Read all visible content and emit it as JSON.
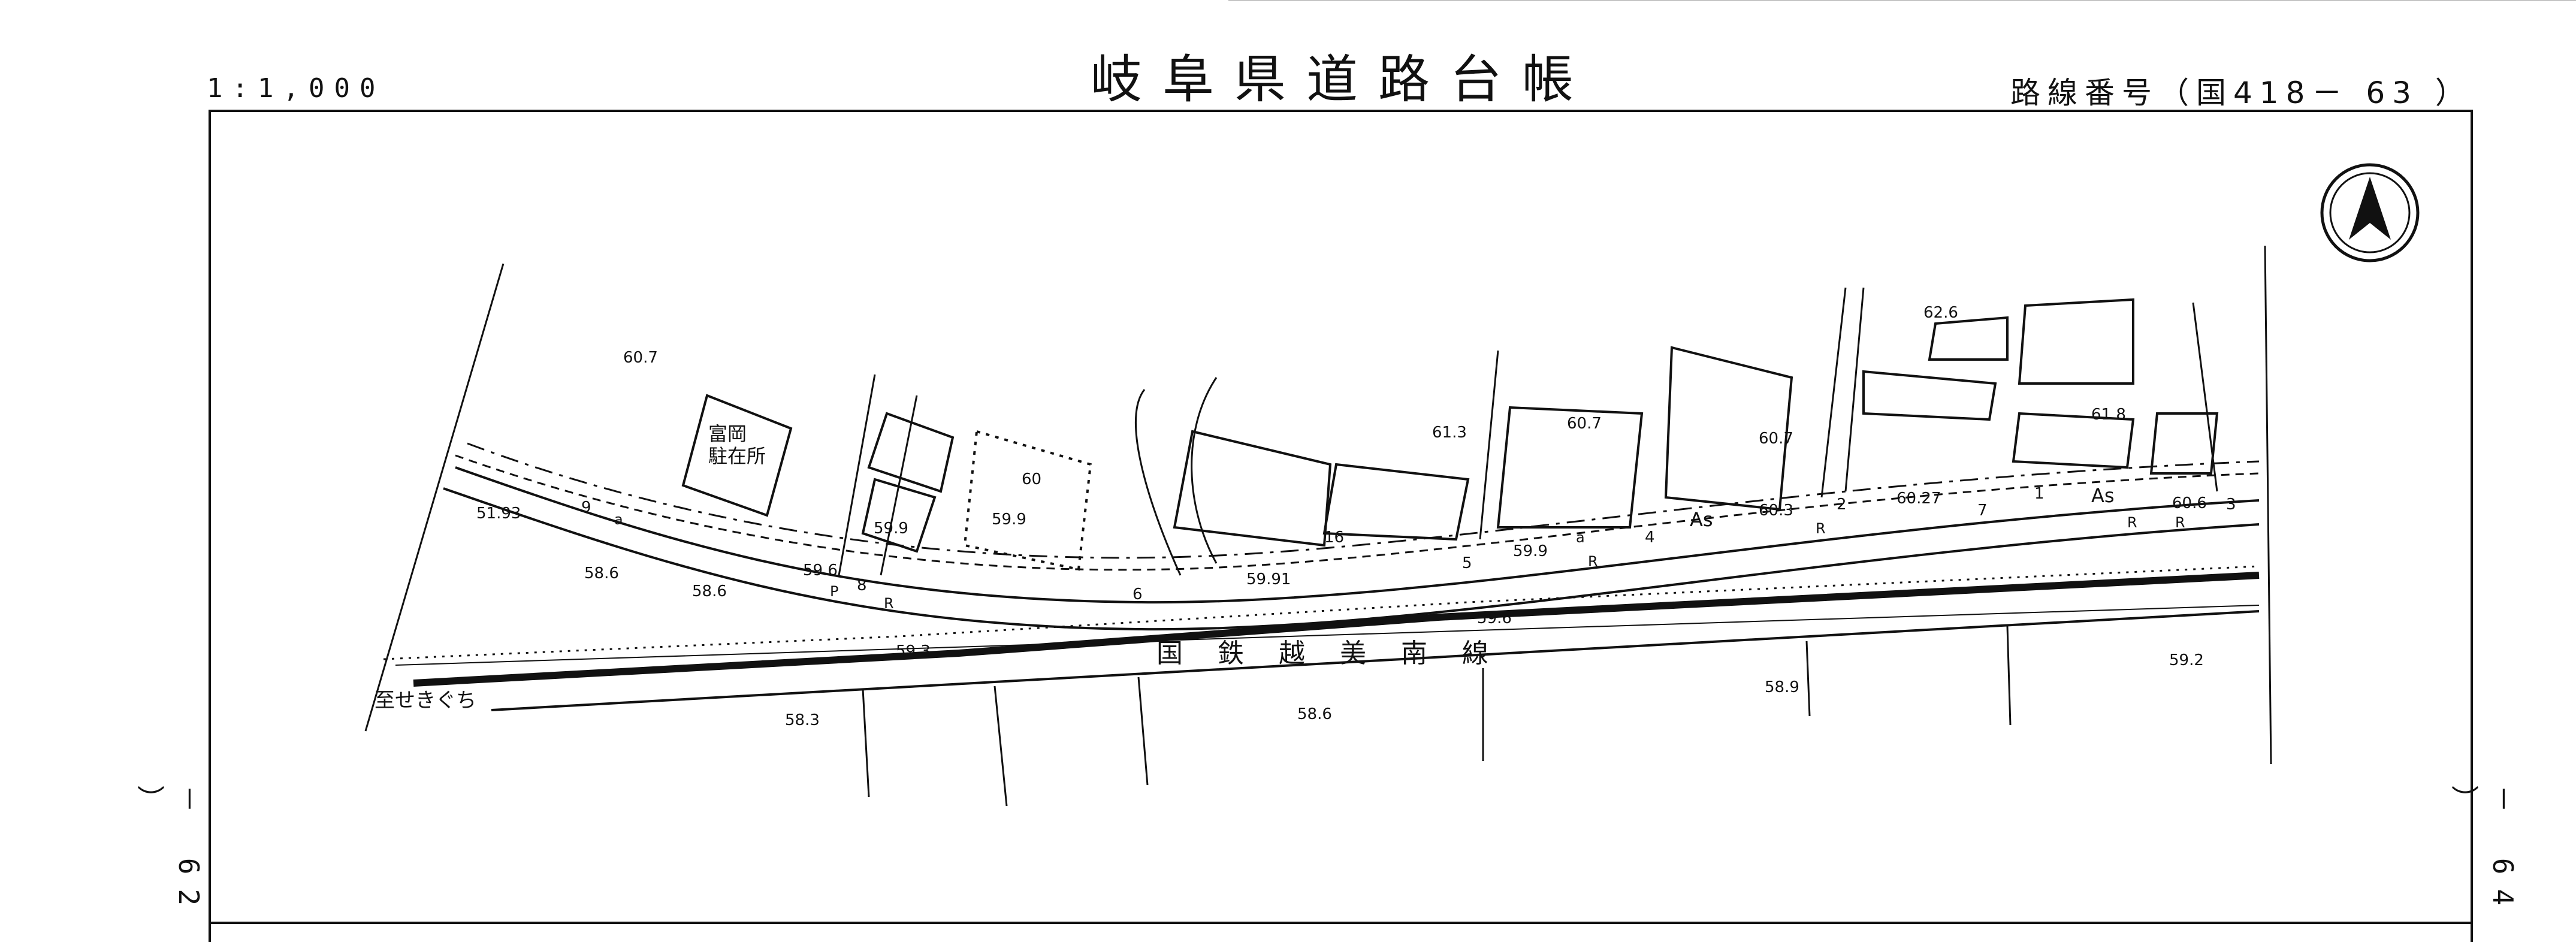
{
  "header": {
    "title": "岐阜県道路台帳",
    "scale": "1:1,000",
    "route_number": "路線番号（国418－ 63 ）"
  },
  "sheet_refs": {
    "previous": "－ 62 ）",
    "next": "－ 64 ）"
  },
  "map": {
    "railway_label": "国 鉄 越 美 南 線",
    "direction_label": "至せきぐち",
    "facility_label_1": "富岡",
    "facility_label_2": "駐在所",
    "elevations": {
      "e1": "60.7",
      "e2": "51.93",
      "e3": "58.6",
      "e4": "58.6",
      "e5": "59.6",
      "e6": "59.9",
      "e7": "59.9",
      "e8": "60",
      "e9": "59.3",
      "e10": "58.3",
      "e11": "59.91",
      "e12": "59.6",
      "e13": "58.6",
      "e14": "61.3",
      "e15": "60.7",
      "e16": "59.9",
      "e17": "60.7",
      "e18": "60.3",
      "e19": "60.27",
      "e20": "60.6",
      "e21": "62.6",
      "e22": "61.8",
      "e23": "58.9",
      "e24": "59.2"
    },
    "surface_labels": {
      "s1": "As",
      "s2": "As"
    },
    "station_labels": {
      "k1": "16",
      "k2": "1",
      "k3": "2",
      "k4": "3",
      "k5": "4",
      "k6": "5",
      "k7": "6",
      "k8": "7",
      "k9": "8",
      "k10": "9"
    },
    "marker_letters": {
      "r1": "R",
      "r2": "R",
      "r3": "R",
      "r4": "R",
      "r5": "R",
      "p1": "P",
      "a1": "a",
      "a2": "a"
    }
  },
  "colors": {
    "ink": "#111111",
    "paper": "#ffffff"
  },
  "icons": {
    "north_arrow": "north-arrow-icon"
  }
}
